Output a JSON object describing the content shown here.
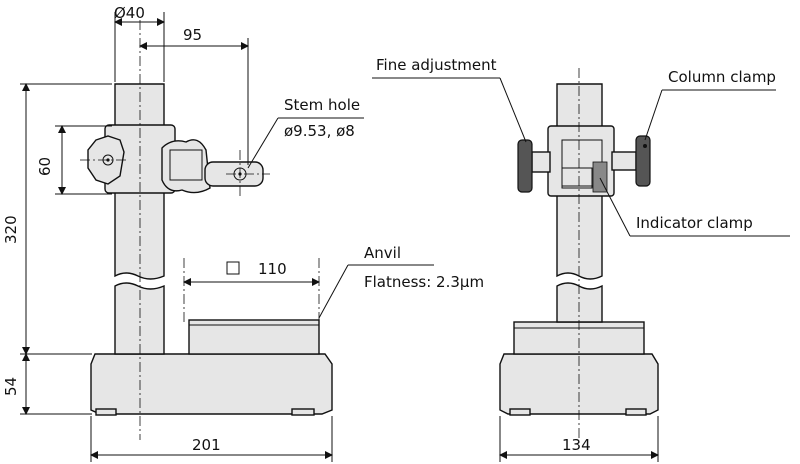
{
  "dimensions": {
    "column_dia": "Ø40",
    "arm_reach": "95",
    "clamp_height": "60",
    "total_height": "320",
    "base_height": "54",
    "base_width": "201",
    "base_depth": "134",
    "anvil_size": "110"
  },
  "labels": {
    "stem_hole_title": "Stem hole",
    "stem_hole_sizes": "ø9.53, ø8",
    "anvil_title": "Anvil",
    "anvil_flatness": "Flatness: 2.3µm",
    "fine_adjustment": "Fine adjustment",
    "column_clamp": "Column clamp",
    "indicator_clamp": "Indicator clamp"
  }
}
